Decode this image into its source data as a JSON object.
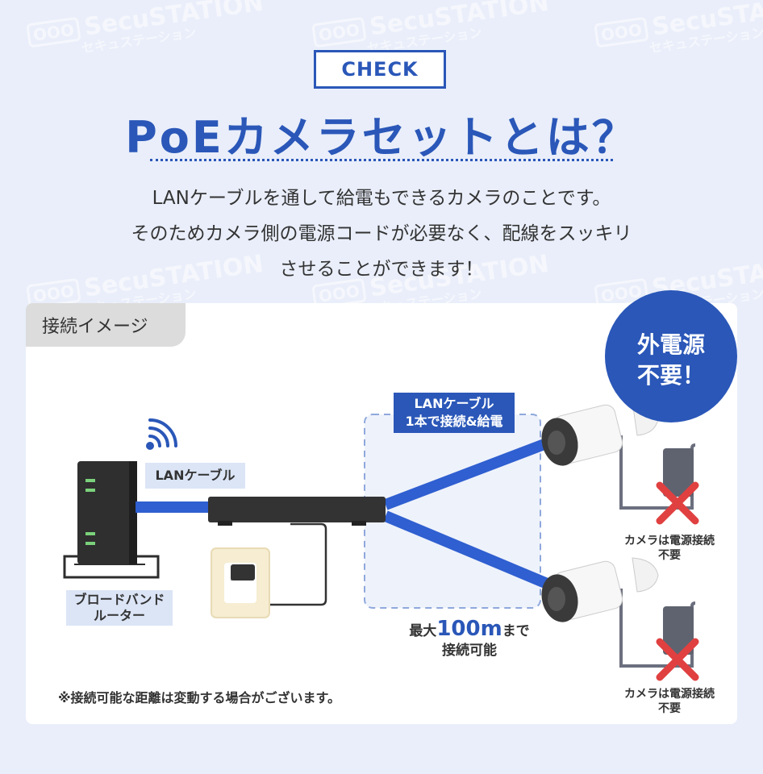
{
  "header": {
    "check_label": "CHECK",
    "title": "PoEカメラセットとは？",
    "description_lines": [
      "LANケーブルを通して給電もできるカメラのことです。",
      "そのためカメラ側の電源コードが必要なく、配線をスッキリ",
      "させることができます！"
    ]
  },
  "diagram": {
    "tag": "接続イメージ",
    "bubble_line1": "外電源",
    "bubble_line2": "不要！",
    "lan_cable_label": "LANケーブル",
    "lan_tag_line1": "LANケーブル",
    "lan_tag_line2": "1本で接続&給電",
    "router_label_line1": "ブロードバンド",
    "router_label_line2": "ルーター",
    "distance_prefix": "最大",
    "distance_value": "100m",
    "distance_suffix": "まで",
    "distance_line2": "接続可能",
    "camera_note_line1": "カメラは電源接続",
    "camera_note_line2": "不要",
    "footnote": "※接続可能な距離は変動する場合がございます。"
  },
  "watermark": {
    "logo": "SecuSTATION",
    "kana": "セキュステーション"
  },
  "colors": {
    "accent": "#2a57b8",
    "background": "#e9eefa",
    "label_bg": "#dbe5f6",
    "cross": "#e04040"
  }
}
